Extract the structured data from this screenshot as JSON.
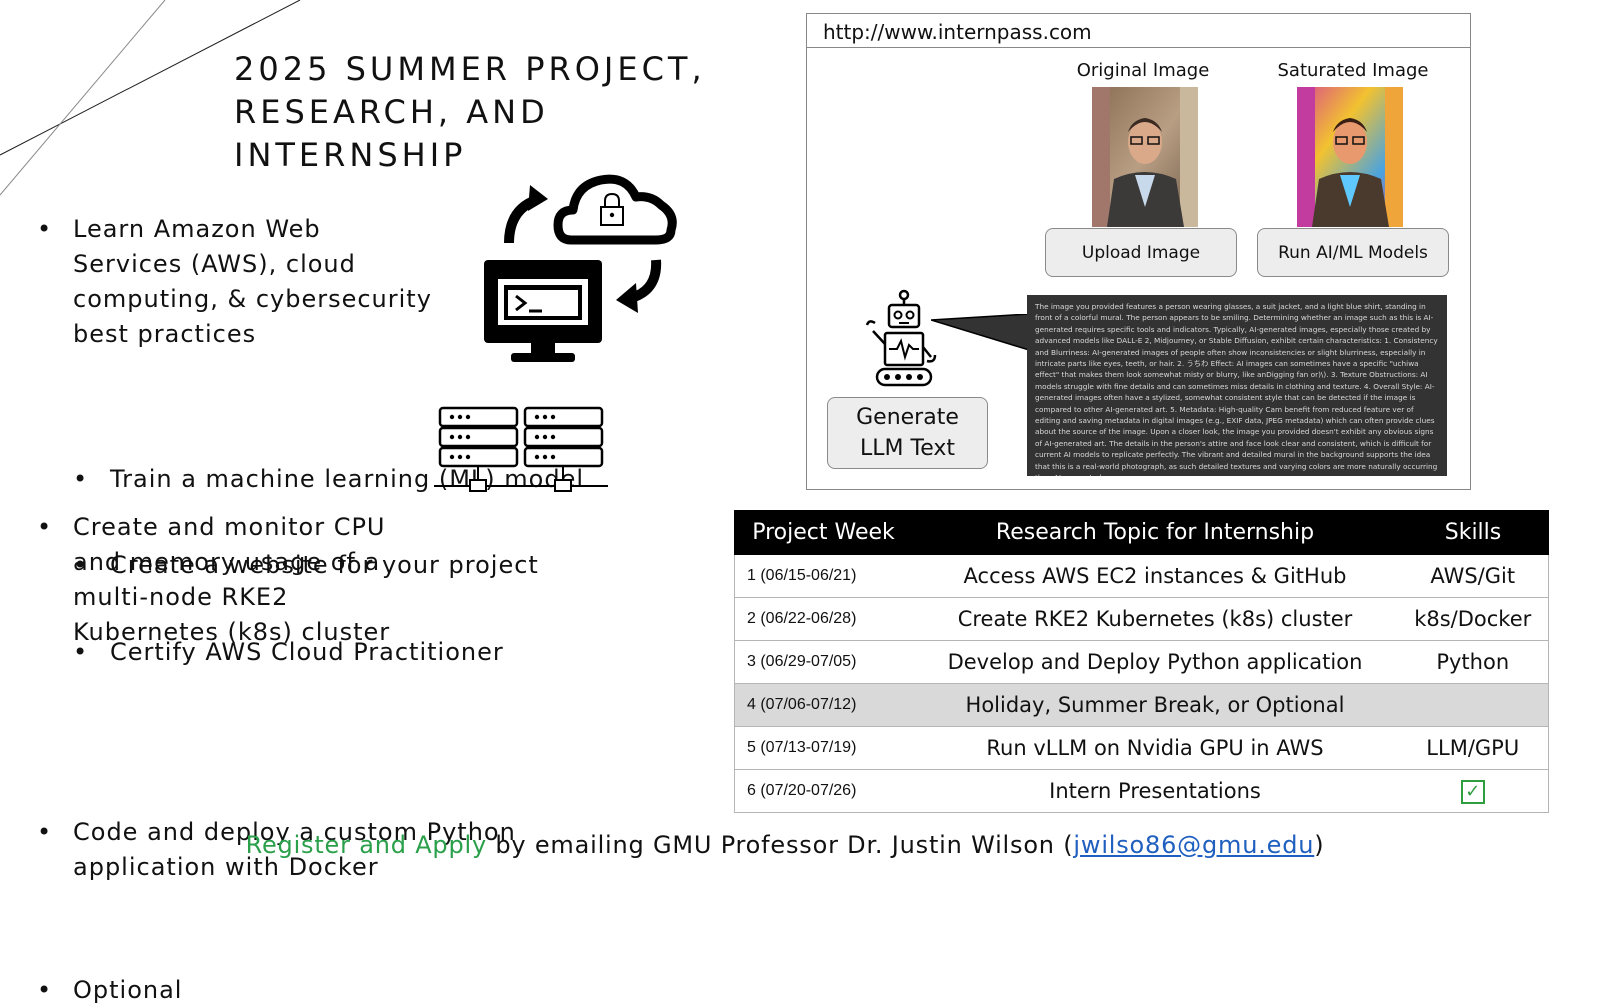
{
  "title": "2025 SUMMER PROJECT, RESEARCH, AND INTERNSHIP",
  "bullets": [
    {
      "text": "Learn Amazon Web Services (AWS), cloud computing, & cybersecurity best practices"
    },
    {
      "text": "Create and monitor CPU and memory usage of a multi-node RKE2 Kubernetes (k8s) cluster"
    },
    {
      "text": "Code and deploy a custom Python application with Docker"
    },
    {
      "text": "Optional"
    }
  ],
  "sub_bullets": [
    {
      "text": "Train a machine learning (ML) model"
    },
    {
      "text": "Create a website for your project"
    },
    {
      "text": "Certify AWS Cloud Practitioner"
    }
  ],
  "mockup": {
    "url": "http://www.internpass.com",
    "original_label": "Original Image",
    "saturated_label": "Saturated Image",
    "upload_button": "Upload Image",
    "run_button": "Run AI/ML Models",
    "generate_button_line1": "Generate",
    "generate_button_line2": "LLM Text",
    "llm_output": "The image you provided features a person wearing glasses, a suit jacket, and a light blue shirt, standing in front of a colorful mural. The person appears to be smiling. Determining whether an image such as this is AI-generated requires specific tools and indicators. Typically, AI-generated images, especially those created by advanced models like DALL-E 2, Midjourney, or Stable Diffusion, exhibit certain characteristics: 1. Consistency and Blurriness: AI-generated images of people often show inconsistencies or slight blurriness, especially in intricate parts like eyes, teeth, or hair. 2. うちわ Effect: AI images can sometimes have a specific \"uchiwa effect\" that makes them look somewhat misty or blurry, like anDigging fan or)\\). 3. Texture Obstructions: AI models struggle with fine details and can sometimes miss details in clothing and texture. 4. Overall Style: AI-generated images often have a stylized, somewhat consistent style that can be detected if the image is compared to other AI-generated art. 5. Metadata: High-quality Cam benefit from reduced feature ver of editing and saving metadata in digital images (e.g., EXIF data, JPEG metadata) which can often provide clues about the source of the image. Upon a closer look, the image you provided doesn't exhibit any obvious signs of AI-generated art. The details in the person's attire and face look clear and consistent, which is difficult for current AI models to replicate perfectly. The vibrant and detailed mural in the background supports the idea that this is a real-world photograph, as such detailed textures and varying colors are more naturally occurring than AI-generated."
  },
  "table": {
    "headers": [
      "Project Week",
      "Research Topic for Internship",
      "Skills"
    ],
    "rows": [
      {
        "week": "1 (06/15-06/21)",
        "topic": "Access AWS EC2 instances & GitHub",
        "skills": "AWS/Git"
      },
      {
        "week": "2 (06/22-06/28)",
        "topic": "Create RKE2 Kubernetes (k8s) cluster",
        "skills": "k8s/Docker"
      },
      {
        "week": "3 (06/29-07/05)",
        "topic": "Develop and Deploy Python application",
        "skills": "Python"
      },
      {
        "week": "4 (07/06-07/12)",
        "topic": "Holiday, Summer Break, or Optional",
        "skills": ""
      },
      {
        "week": "5 (07/13-07/19)",
        "topic": "Run vLLM on Nvidia GPU in AWS",
        "skills": "LLM/GPU"
      },
      {
        "week": "6 (07/20-07/26)",
        "topic": "Intern Presentations",
        "skills": "✓"
      }
    ]
  },
  "footer": {
    "highlight": "Register and Apply",
    "middle": " by emailing GMU Professor Dr. Justin Wilson (",
    "email": "jwilso86@gmu.edu",
    "end": ")"
  },
  "colors": {
    "accent_green": "#2aa04a",
    "link_blue": "#1f5fbf",
    "header_black": "#000000",
    "holiday_gray": "#d9d9d9"
  }
}
